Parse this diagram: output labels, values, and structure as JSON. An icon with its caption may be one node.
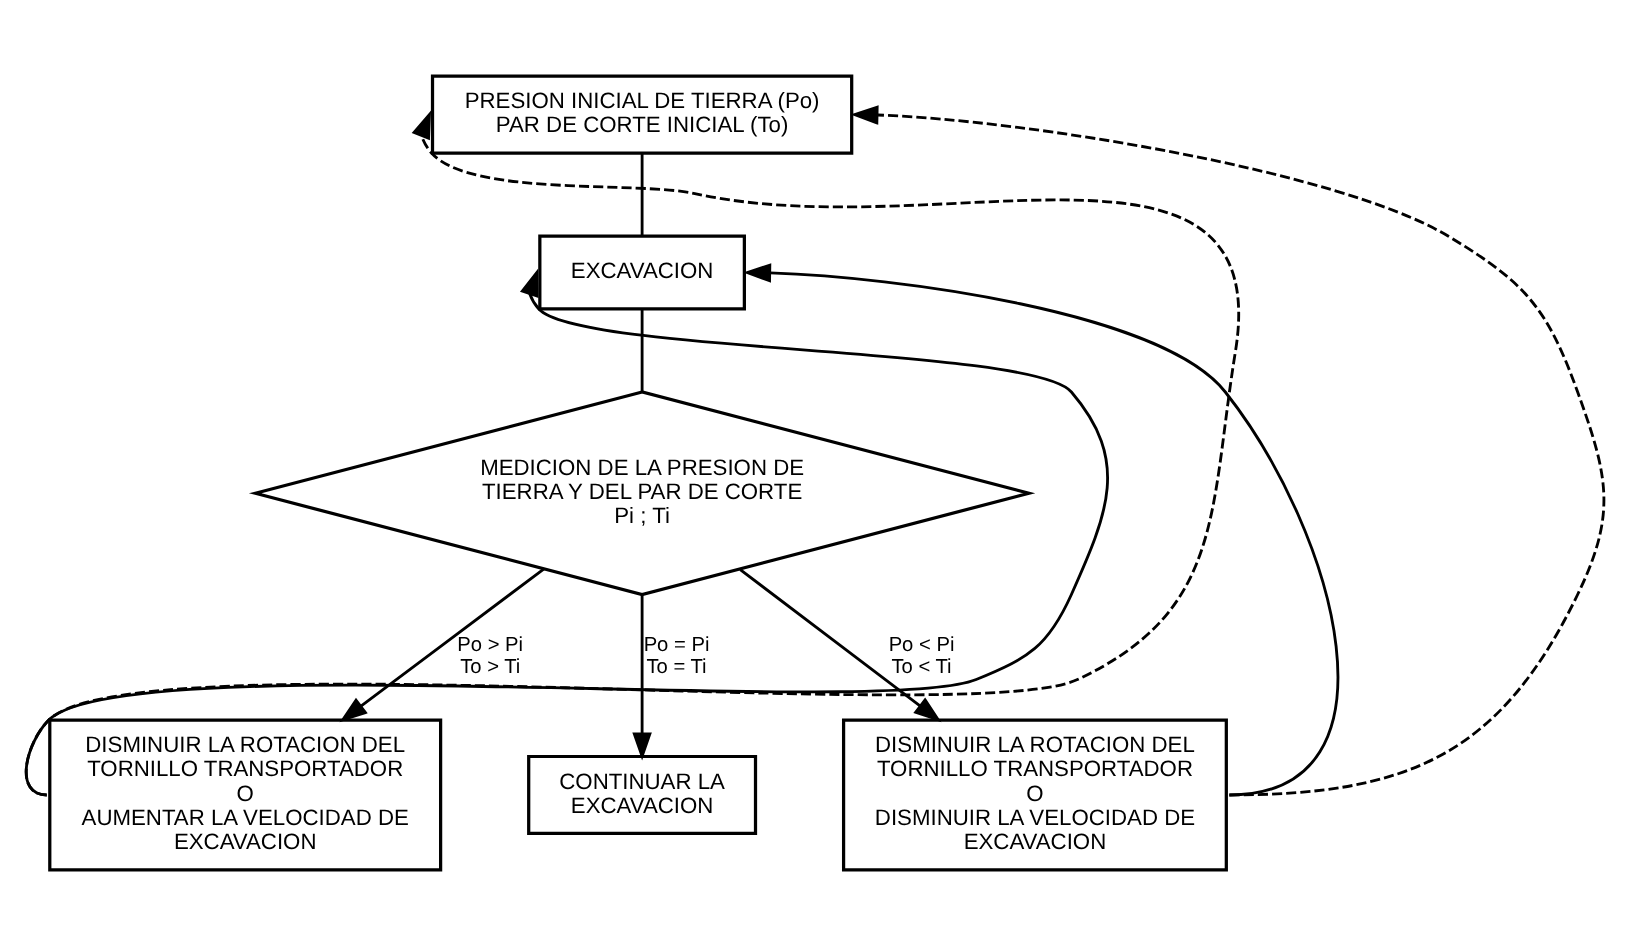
{
  "diagram": {
    "nodes": [
      {
        "text": [
          "PRESION INICIAL DE TIERRA (Po)",
          "PAR DE CORTE INICIAL (To)"
        ]
      },
      {
        "text": [
          "EXCAVACION"
        ]
      },
      {
        "text": [
          "MEDICION DE LA PRESION DE TIERRA Y DEL PAR DE CORTE Pi ; Ti"
        ]
      },
      {
        "text": [
          "DISMINUIR LA ROTACION DEL TORNILLO TRANSPORTADOR",
          "O",
          "AUMENTAR LA VELOCIDAD DE EXCAVACION"
        ]
      },
      {
        "text": [
          "CONTINUAR LA EXCAVACION"
        ]
      },
      {
        "text": [
          "DISMINUIR LA ROTACION DEL TORNILLO TRANSPORTADOR",
          "O",
          "DISMINUIR LA VELOCIDAD DE EXCAVACION"
        ]
      }
    ],
    "edges": [
      {
        "from": 0,
        "to": 1,
        "arrow": "none"
      },
      {
        "from": 1,
        "to": 2,
        "arrow": "none"
      },
      {
        "from": 2,
        "to": 3,
        "arrow": "to",
        "label": "Po > Pi To > Ti"
      },
      {
        "from": 2,
        "to": 4,
        "arrow": "to",
        "label": "Po = Pi To = Ti"
      },
      {
        "from": 2,
        "to": 5,
        "arrow": "to",
        "label": "Po < Pi To < Ti"
      },
      {
        "from": 3,
        "to": 1,
        "arrow": "to"
      },
      {
        "from": 3,
        "to": 0,
        "arrow": "to",
        "style": "dashed"
      },
      {
        "from": 5,
        "to": 1,
        "arrow": "to"
      },
      {
        "from": 5,
        "to": 0,
        "arrow": "to",
        "style": "dashed"
      }
    ]
  }
}
